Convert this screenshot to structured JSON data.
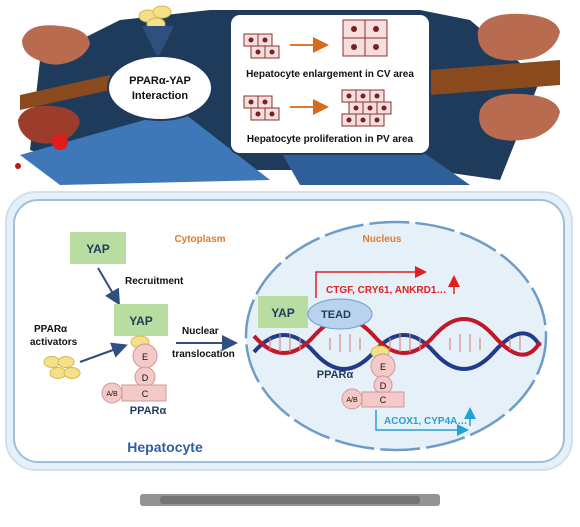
{
  "top": {
    "interaction_label_line1": "PPARα-YAP",
    "interaction_label_line2": "Interaction",
    "panel_enlargement": "Hepatocyte enlargement in CV area",
    "panel_proliferation": "Hepatocyte proliferation in PV area"
  },
  "cell": {
    "cytoplasm_label": "Cytoplasm",
    "nucleus_label": "Nucleus",
    "hepatocyte_label": "Hepatocyte",
    "yap_label": "YAP",
    "recruitment_label": "Recruitment",
    "activators_line1": "PPARα",
    "activators_line2": "activators",
    "nuclear_line1": "Nuclear",
    "nuclear_line2": "translocation",
    "domain_e": "E",
    "domain_d": "D",
    "domain_ab": "A/B",
    "domain_c": "C",
    "ppara_label": "PPARα",
    "tead_label": "TEAD",
    "upregulated_genes": "CTGF, CRY61, ANKRD1…",
    "ppara_target_genes": "ACOX1, CYP4A…"
  },
  "colors": {
    "navy": "#1f3b5c",
    "cell_fill": "#e6f0f8",
    "yap_green": "#b9dca1",
    "domain_pink": "#f6c9c9",
    "red_arrow": "#e02020",
    "blue_arrow": "#23a0d6",
    "cytoplasm_orange": "#e07a2a"
  }
}
